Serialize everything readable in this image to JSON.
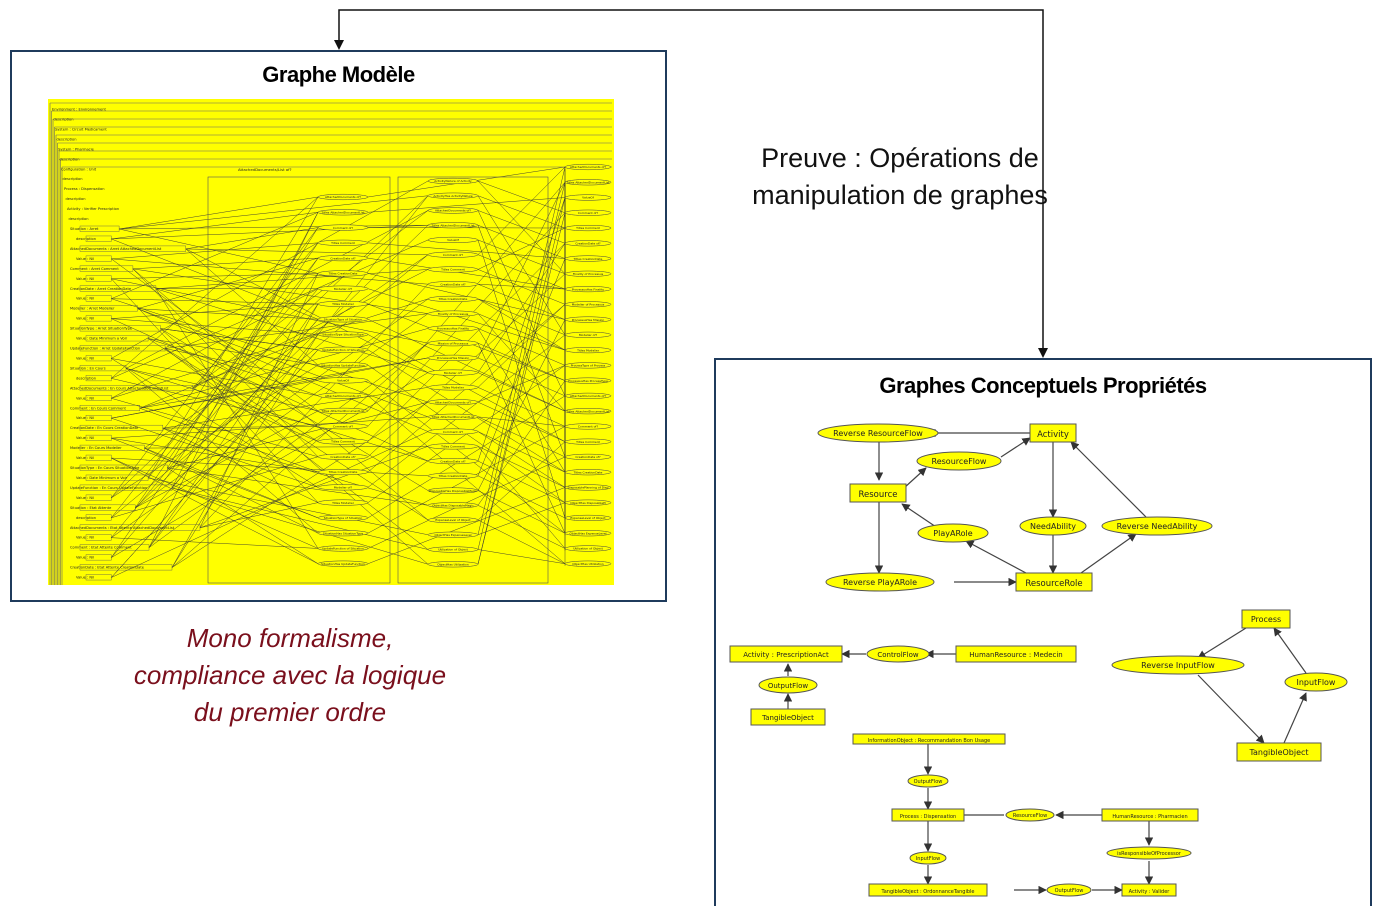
{
  "left_panel": {
    "title": "Graphe Modèle",
    "tree_rows": [
      "Environment : Environnement",
      "description",
      "System : Circuit Medicament",
      "description",
      "System : Pharmacie",
      "description",
      "Configuration : Unit",
      "description",
      "Process : Dispensation",
      "description",
      "Activity : Verifier Prescription",
      "description",
      "Situation : Arret",
      "description",
      "AttachedDocuments : Arret AttachedDocumentList",
      "Value : Nil",
      "Comment : Arret Comment",
      "Value : Nil",
      "CreationDate : Arret CreationDate",
      "Value : Nil",
      "Modelier : Arret Modelier",
      "Value : Nil",
      "SituationType : Arret SituationType",
      "Value : Date Minimum a Voir",
      "UpdateFunction : Arret UpdateFunction",
      "Value : Nil",
      "Situation : En Cours",
      "description",
      "AttachedDocuments : En Cours AttachedDocumentList",
      "Value : Nil",
      "Comment : En Cours Comment",
      "Value : Nil",
      "CreationDate : En Cours CreationDate",
      "Value : Nil",
      "Modelier : En Cours Modelier",
      "Value : Nil",
      "SituationType : En Cours SituationType",
      "Value : Date Minimum a Voir",
      "UpdateFunction : En Cours UpdateFunction",
      "Value : Nil",
      "Situation : Etat Attente",
      "description",
      "AttachedDocuments : Etat Attente AttachedDocumentList",
      "Value : Nil",
      "Comment : Etat Attente Comment",
      "Value : Nil",
      "CreationDate : Etat Attente CreationDate",
      "Value : Nil"
    ],
    "mid_header": "AttachedDocuments/List  of?",
    "mid_nodes": [
      "AttachedDocuments  of?",
      "Titles AttachedDocumentList",
      "Comment  of?",
      "Titles Comment",
      "CreationDate  of?",
      "Titles CreationDate",
      "Modelier  of?",
      "Titles Modelier",
      "SituationType  of Situation",
      "SituationType  SituationType",
      "UpdateFunction  of Situation",
      "SituationHas  UpdateFunction",
      "ValueOf",
      "AttachedDocuments  of?",
      "Titles AttachedDocumentList",
      "Comment  of?",
      "Titles Comment",
      "CreationDate  of?",
      "Titles CreationDate",
      "Modelier  of?",
      "Titles Modelier",
      "SituationType  of Situation",
      "SituationHas  SituationType",
      "UpdateFunction  of Situation",
      "SituationHas  UpdateFunction"
    ],
    "right_nodes": [
      "ActivityNature  of Activity",
      "ActivityHas  ActivityNature",
      "AttachedDocuments  of?",
      "Titles AttachedDocumentList",
      "ValueOf",
      "Comment  of?",
      "Titles Comment",
      "CreationDate  of?",
      "Titles CreationDate",
      "Finality  of Processus",
      "ProcessusHas  Finality",
      "Mission  of Processus",
      "ProcessusHas  Mission",
      "Modelier  of?",
      "Titles Modelier",
      "AttachedDocuments  of?",
      "Titles AttachedDocumentList",
      "Comment  of?",
      "Titles Comment",
      "CreationDate  of?",
      "Titles CreationDate",
      "DisposableHas  DisposableMagic",
      "ObjectHas  DisposableMagic",
      "ExpenseLevel  of Object",
      "ObjectHas  ExpenseLevel",
      "Utilization  of Object",
      "ObjectHas  Utilization"
    ],
    "far_nodes": [
      "AttachedDocuments  of?",
      "Titles AttachedDocumentList",
      "ValueOf",
      "Comment  of?",
      "Titles Comment",
      "CreationDate  of?",
      "Titles CreationDate",
      "Finality  of Processus",
      "ProcessusHas  Finality",
      "Modelier  of Processus",
      "ProcessusHas  Mission",
      "Modelier  of?",
      "Titles Modelier",
      "ProcessType  of Process",
      "ProcessusHas  ProcessType",
      "AttachedDocuments  of?",
      "Titles AttachedDocumentList",
      "Comment  of?",
      "Titles Comment",
      "CreationDate  of?",
      "Titles CreationDate",
      "DisposablePlanning  of Disp",
      "ObjectHas  DisposablePl",
      "ExpenseLevel  of Object",
      "ObjectHas  ExpenseLevel",
      "Utilization  of Object",
      "ObjectHas  Utilization"
    ],
    "caption_lines": [
      "Mono formalisme,",
      "compliance avec la logique",
      "du premier ordre"
    ]
  },
  "proof_caption_lines": [
    "Preuve : Opérations de",
    "manipulation de graphes"
  ],
  "right_panel": {
    "title": "Graphes Conceptuels Propriétés",
    "graph1": {
      "concepts": [
        "Activity",
        "Resource",
        "ResourceRole"
      ],
      "relations": [
        "Reverse ResourceFlow",
        "ResourceFlow",
        "PlayARole",
        "NeedAbility",
        "Reverse NeedAbility",
        "Reverse PlayARole"
      ]
    },
    "graph2": {
      "concepts": [
        "Activity : PrescriptionAct",
        "HumanResource : Medecin",
        "TangibleObject"
      ],
      "relations": [
        "ControlFlow",
        "OutputFlow"
      ]
    },
    "graph3": {
      "concepts": [
        "Process",
        "TangibleObject"
      ],
      "relations": [
        "Reverse InputFlow",
        "InputFlow"
      ]
    },
    "graph4": {
      "concepts": [
        "InformationObject : Recommandation Bon Usage",
        "Process : Dispensation",
        "HumanResource : Pharmacien",
        "TangibleObject : OrdonnanceTangible",
        "Activity : Valider"
      ],
      "relations": [
        "OutputFlow",
        "ResourceFlow",
        "InputFlow",
        "isResponsibleOfProcessor",
        "OutputFlow"
      ]
    }
  },
  "colors": {
    "node_fill": "#ffff00",
    "frame": "#1f3b5c",
    "caption_red": "#7a0f1c"
  }
}
